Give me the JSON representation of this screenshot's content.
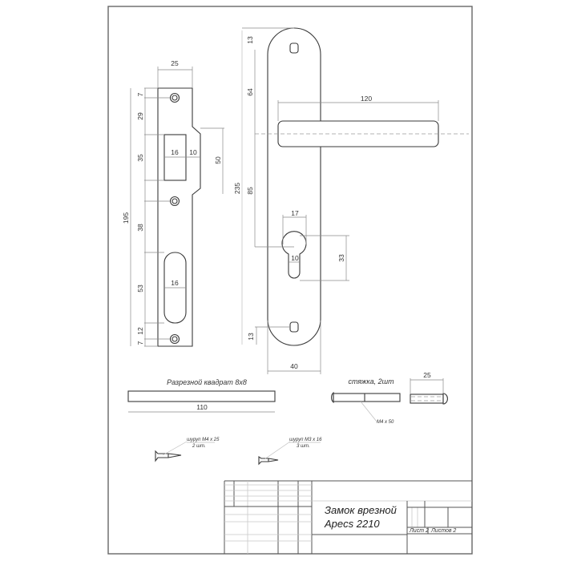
{
  "drawing": {
    "strike_plate": {
      "width": "25",
      "top_hole": "7",
      "to_latch": "29",
      "latch_height": "35",
      "latch_width": "16",
      "latch_offset": "10",
      "notch_height": "50",
      "mid_to_slot": "38",
      "slot_height": "53",
      "slot_width": "16",
      "slot_to_hole": "12",
      "bottom_hole": "7",
      "total_height": "195"
    },
    "handle_plate": {
      "total_height": "235",
      "top_hole": "13",
      "to_handle_axis": "64",
      "handle_length": "120",
      "axis_to_cylinder": "85",
      "cylinder_top_width": "17",
      "cylinder_slot_width": "10",
      "cylinder_height": "33",
      "bottom_hole": "13",
      "plate_width": "40"
    },
    "spindle": {
      "label": "Разрезной квадрат 8х8",
      "length": "110"
    },
    "tie_bolt": {
      "label": "стяжка, 2шт",
      "callout": "M4 x 50",
      "sleeve_length": "25"
    },
    "screws": [
      {
        "spec": "шуруп M4 x 25",
        "qty": "2 шт."
      },
      {
        "spec": "шуруп M3 x 16",
        "qty": "3 шт."
      }
    ]
  },
  "title_block": {
    "title_line1": "Замок врезной",
    "title_line2": "Apecs 2210",
    "sheet": "Лист 2",
    "sheets_total": "Листов 2"
  }
}
